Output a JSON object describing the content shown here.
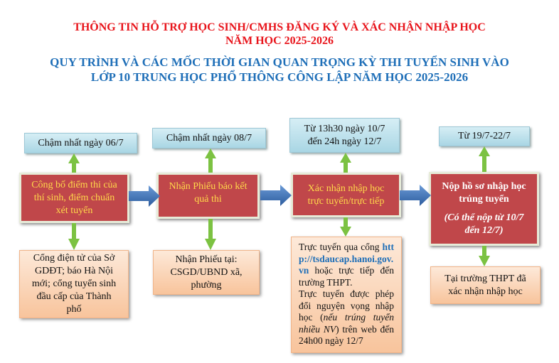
{
  "title": {
    "line1": "THÔNG TIN HỖ TRỢ HỌC SINH/CMHS ĐĂNG KÝ VÀ XÁC NHẬN NHẬP HỌC",
    "line2": "NĂM HỌC 2025-2026",
    "line3": "QUY TRÌNH VÀ CÁC MỐC THỜI GIAN QUAN TRỌNG KỲ THI TUYỂN SINH VÀO",
    "line4": "LỚP 10 TRUNG HỌC PHỔ THÔNG CÔNG LẬP NĂM HỌC 2025-2026"
  },
  "steps": [
    {
      "date": [
        "Chậm nhất ngày 06/7"
      ],
      "step": [
        "Công bố điểm thi của",
        "thí sinh, điểm chuẩn",
        "xét tuyển"
      ],
      "info": [
        "Cổng điện tử của Sở",
        "GDĐT; báo Hà Nội",
        "mới; cổng tuyển sinh",
        "đầu cấp của Thành",
        "phố"
      ]
    },
    {
      "date": [
        "Chậm nhất ngày 08/7"
      ],
      "step": [
        "Nhận Phiếu báo kết",
        "quả thi"
      ],
      "info": [
        "Nhận Phiếu tại:",
        "CSGD/UBND xã,",
        "phường"
      ]
    },
    {
      "date": [
        "Từ 13h30 ngày 10/7",
        "đến 24h ngày 12/7"
      ],
      "step": [
        "Xác nhận nhập học",
        "trực tuyến/trực tiếp"
      ],
      "info": {
        "p1_prefix": "Trực tuyến qua cổng",
        "link": "http://tsdaucap.hanoi.gov.vn",
        "p1_suffix": "hoặc trực tiếp đến trường THPT.",
        "p2_prefix": "Trực tuyến được phép đổi nguyện vọng nhập học (",
        "p2_italic": "nếu trúng tuyển nhiều NV",
        "p2_suffix": ") trên web đến 24h00 ngày 12/7"
      }
    },
    {
      "date": [
        "Từ 19/7-22/7"
      ],
      "step": [
        "Nộp hồ sơ nhập học",
        "trúng tuyển"
      ],
      "note": [
        "(Có thể nộp từ 10/7",
        "đến 12/7)"
      ],
      "info": [
        "Tại trường THPT đã",
        "xác nhận nhập học"
      ]
    }
  ],
  "colors": {
    "title_red": "#e8141b",
    "title_blue": "#1f6fb8",
    "step_bg": "#c0474a",
    "step_text": "#ffd84a"
  }
}
